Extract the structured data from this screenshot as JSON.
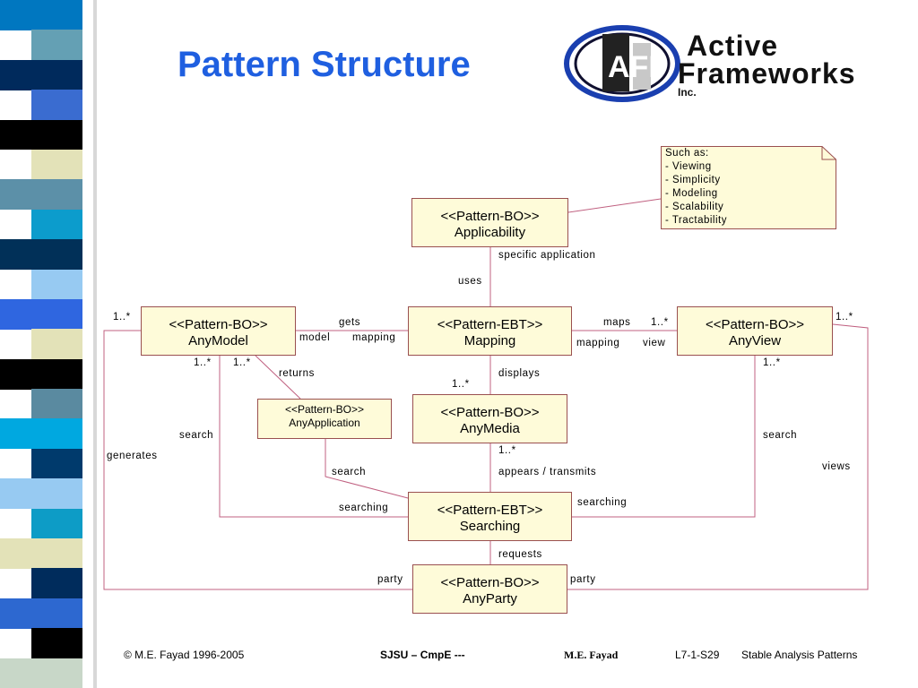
{
  "slide": {
    "title": "Pattern Structure",
    "logo": {
      "monogram": "AFI",
      "line1": "Active",
      "line2": "Frameworks",
      "line3": "Inc."
    },
    "stripe_colors": [
      "#0077c0",
      "#64a0b4",
      "#002a5c",
      "#3a6cd0",
      "#000000",
      "#e3e2b8",
      "#5c90a8",
      "#0c9ccc",
      "#013058",
      "#97caf2",
      "#2f66e0",
      "#e3e2b8",
      "#000000",
      "#5a8aa0",
      "#00a8e0",
      "#003a6c",
      "#97caf2",
      "#0d9cc6",
      "#e3e2b8",
      "#002c5c",
      "#2d68d0",
      "#000000",
      "#c8d7c8"
    ]
  },
  "diagram": {
    "boxes": {
      "applicability": {
        "stereotype": "<<Pattern-BO>>",
        "name": "Applicability"
      },
      "anymodel": {
        "stereotype": "<<Pattern-BO>>",
        "name": "AnyModel"
      },
      "mapping": {
        "stereotype": "<<Pattern-EBT>>",
        "name": "Mapping"
      },
      "anyview": {
        "stereotype": "<<Pattern-BO>>",
        "name": "AnyView"
      },
      "anymedia": {
        "stereotype": "<<Pattern-BO>>",
        "name": "AnyMedia"
      },
      "anyapplication": {
        "stereotype": "<<Pattern-BO>>",
        "name": "AnyApplication"
      },
      "searching": {
        "stereotype": "<<Pattern-EBT>>",
        "name": "Searching"
      },
      "anyparty": {
        "stereotype": "<<Pattern-BO>>",
        "name": "AnyParty"
      }
    },
    "note": {
      "lines": [
        "Such as:",
        "- Viewing",
        "- Simplicity",
        "- Modeling",
        "- Scalability",
        "- Tractability"
      ]
    },
    "labels": {
      "specific_application": "specific application",
      "uses": "uses",
      "gets": "gets",
      "model": "model",
      "mapping_left": "mapping",
      "maps": "maps",
      "maps_mult": "1..*",
      "mapping_right": "mapping",
      "view": "view",
      "model_mult_left": "1..*",
      "view_mult_right": "1..*",
      "model_mult_b1": "1..*",
      "model_mult_b2": "1..*",
      "returns": "returns",
      "displays": "displays",
      "media_mult_top": "1..*",
      "view_mult_bottom": "1..*",
      "search_left": "search",
      "search_right": "search",
      "generates": "generates",
      "views": "views",
      "search_app": "search",
      "media_mult_bottom": "1..*",
      "appears_transmits": "appears / transmits",
      "searching_left": "searching",
      "searching_right": "searching",
      "requests": "requests",
      "party_left": "party",
      "party_right": "party"
    }
  },
  "footer": {
    "copyright": "© M.E. Fayad 1996-2005",
    "course": "SJSU – CmpE ---",
    "author": "M.E. Fayad",
    "slide_id": "L7-1-S29",
    "topic": "Stable Analysis Patterns"
  }
}
